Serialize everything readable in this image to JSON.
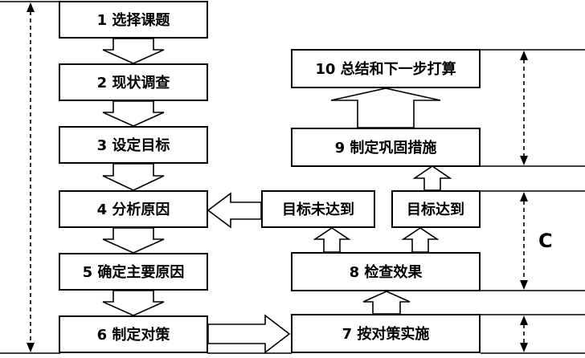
{
  "steps": {
    "s1": "1 选择课题",
    "s2": "2 现状调查",
    "s3": "3 设定目标",
    "s4": "4 分析原因",
    "s5": "5 确定主要原因",
    "s6": "6 制定对策",
    "s7": "7 按对策实施",
    "s8": "8 检查效果",
    "s9": "9 制定巩固措施",
    "s10": "10 总结和下一步打算"
  },
  "results": {
    "not_reached": "目标未达到",
    "reached": "目标达到"
  },
  "phases": {
    "check": "C"
  }
}
